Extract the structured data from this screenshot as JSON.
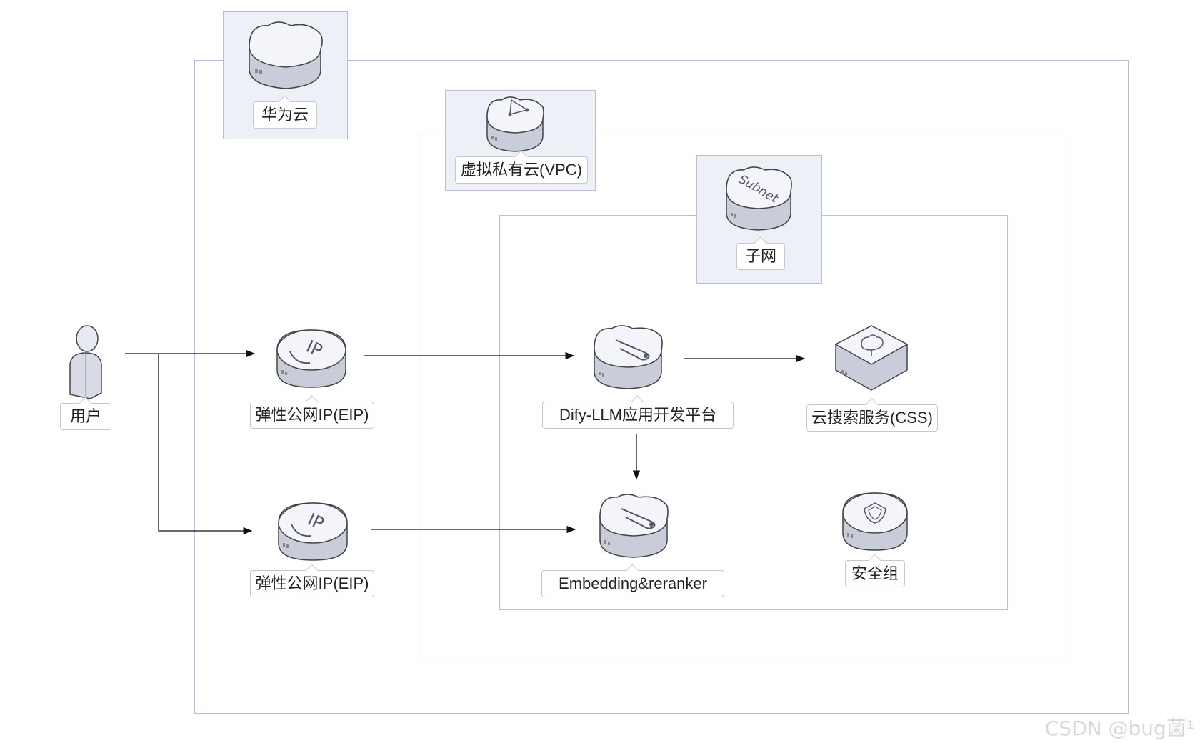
{
  "labels": {
    "huawei_cloud": "华为云",
    "vpc": "虚拟私有云(VPC)",
    "subnet": "子网",
    "subnet_icon_text": "Subnet",
    "user": "用户",
    "eip_top": "弹性公网IP(EIP)",
    "eip_bottom": "弹性公网IP(EIP)",
    "dify": "Dify-LLM应用开发平台",
    "css": "云搜索服务(CSS)",
    "embedding": "Embedding&reranker",
    "security_group": "安全组",
    "ip_icon_text": "IP"
  },
  "watermark": "CSDN @bug菌¹",
  "icons": {
    "huawei_cloud": "cloud-server-icon",
    "vpc": "vpc-cloud-icon",
    "subnet": "subnet-cloud-icon",
    "user": "user-icon",
    "eip": "eip-icon",
    "dify": "ecs-paperclip-icon",
    "css": "cloud-search-icon",
    "embedding": "ecs-paperclip-icon",
    "security_group": "security-shield-icon"
  },
  "colors": {
    "border": "#b9bdd6",
    "badge_bg": "#eef0f8",
    "icon_top": "#f4f5fa",
    "icon_side": "#c9ccd9"
  }
}
